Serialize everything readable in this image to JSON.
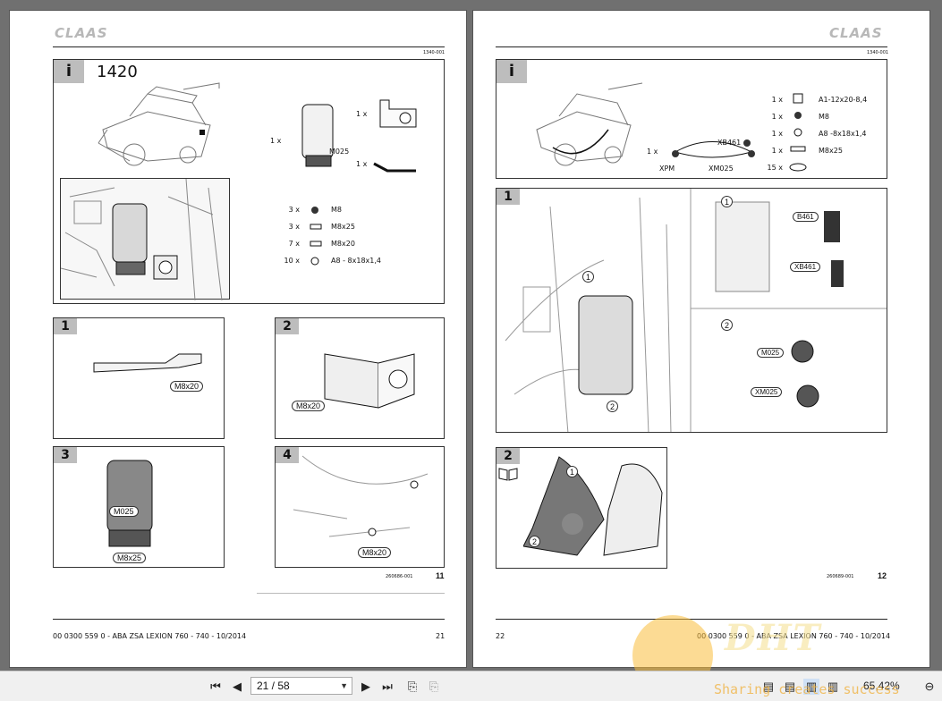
{
  "left_page": {
    "brand": "CLAAS",
    "doc_ref": "1340-001",
    "info_tag": "i",
    "title": "1420",
    "parts_large": [
      {
        "qty": "1 x",
        "name": "M025"
      },
      {
        "qty": "1 x",
        "name": ""
      },
      {
        "qty": "1 x",
        "name": ""
      }
    ],
    "parts": [
      {
        "qty": "3 x",
        "name": "M8"
      },
      {
        "qty": "3 x",
        "name": "M8x25"
      },
      {
        "qty": "7 x",
        "name": "M8x20"
      },
      {
        "qty": "10 x",
        "name": "A8 - 8x18x1,4"
      }
    ],
    "steps": [
      {
        "num": "1",
        "label": "M8x20"
      },
      {
        "num": "2",
        "label": "M8x20"
      },
      {
        "num": "3",
        "label_top": "M025",
        "label_bottom": "M8x25"
      },
      {
        "num": "4",
        "label": "M8x20"
      }
    ],
    "bottom_ref": "260686-001",
    "inner_page": "11",
    "footer_text": "00 0300 559 0 - ABA ZSA LEXION 760 - 740 - 10/2014",
    "page_number": "21"
  },
  "right_page": {
    "brand": "CLAAS",
    "doc_ref": "1340-001",
    "info_tag": "i",
    "cable": {
      "qty": "1 x",
      "end1": "XPM",
      "end2": "XM025",
      "end3": "XB461"
    },
    "parts": [
      {
        "qty": "1 x",
        "name": "A1-12x20-8,4"
      },
      {
        "qty": "1 x",
        "name": "M8"
      },
      {
        "qty": "1 x",
        "name": "A8 -8x18x1,4"
      },
      {
        "qty": "1 x",
        "name": "M8x25"
      },
      {
        "qty": "15 x",
        "name": ""
      }
    ],
    "step1": {
      "num": "1",
      "c1": "1",
      "c2": "2",
      "b461": "B461",
      "xb461": "XB461",
      "m025": "M025",
      "xm025": "XM025",
      "d1": "1",
      "d2": "2"
    },
    "step2": {
      "num": "2",
      "c1": "1",
      "c2": "2"
    },
    "bottom_ref": "260689-001",
    "inner_page": "12",
    "page_number": "22",
    "footer_text": "00 0300 559 0 - ABA ZSA LEXION 760 - 740 - 10/2014"
  },
  "toolbar": {
    "page_field": "21 / 58",
    "zoom": "65,42%"
  },
  "watermark": {
    "logo": "DHT",
    "tagline": "Sharing creates success"
  }
}
